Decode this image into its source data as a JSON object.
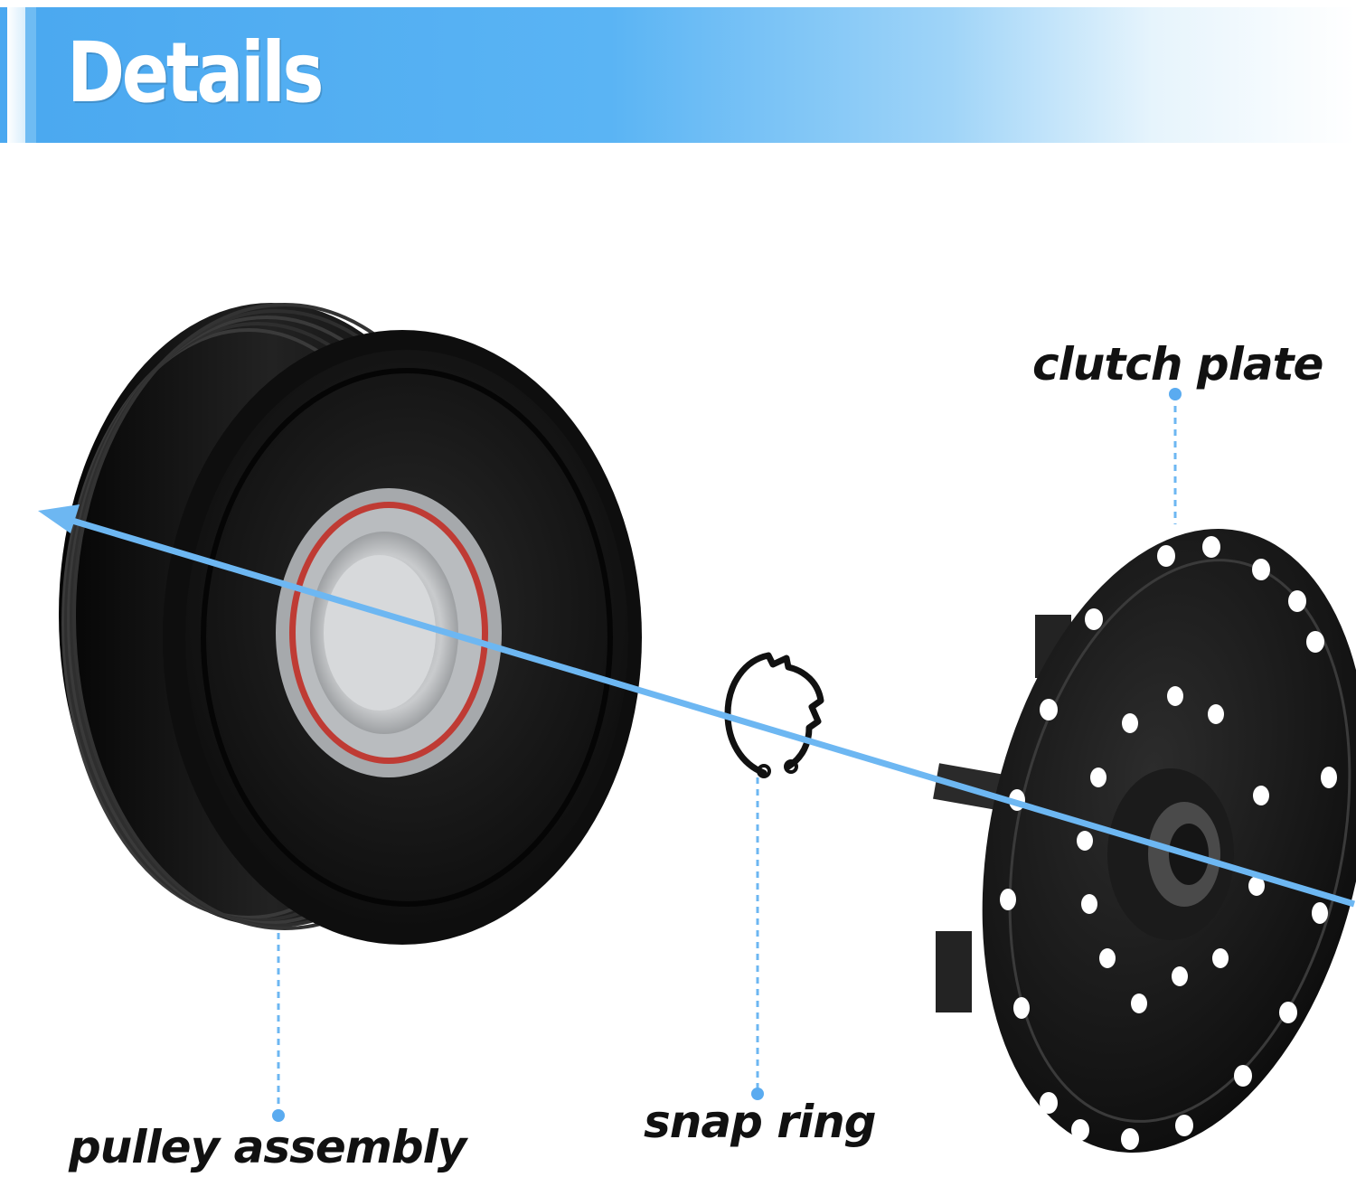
{
  "header": {
    "title": "Details"
  },
  "labels": {
    "clutch_plate": "clutch plate",
    "snap_ring": "snap ring",
    "pulley_assembly": "pulley assembly"
  },
  "colors": {
    "accent_blue": "#5ab4f4",
    "axis_blue": "#6db7f2",
    "part_black": "#141414",
    "bearing_silver": "#b8bbbe",
    "seal_red": "#c8402e"
  }
}
